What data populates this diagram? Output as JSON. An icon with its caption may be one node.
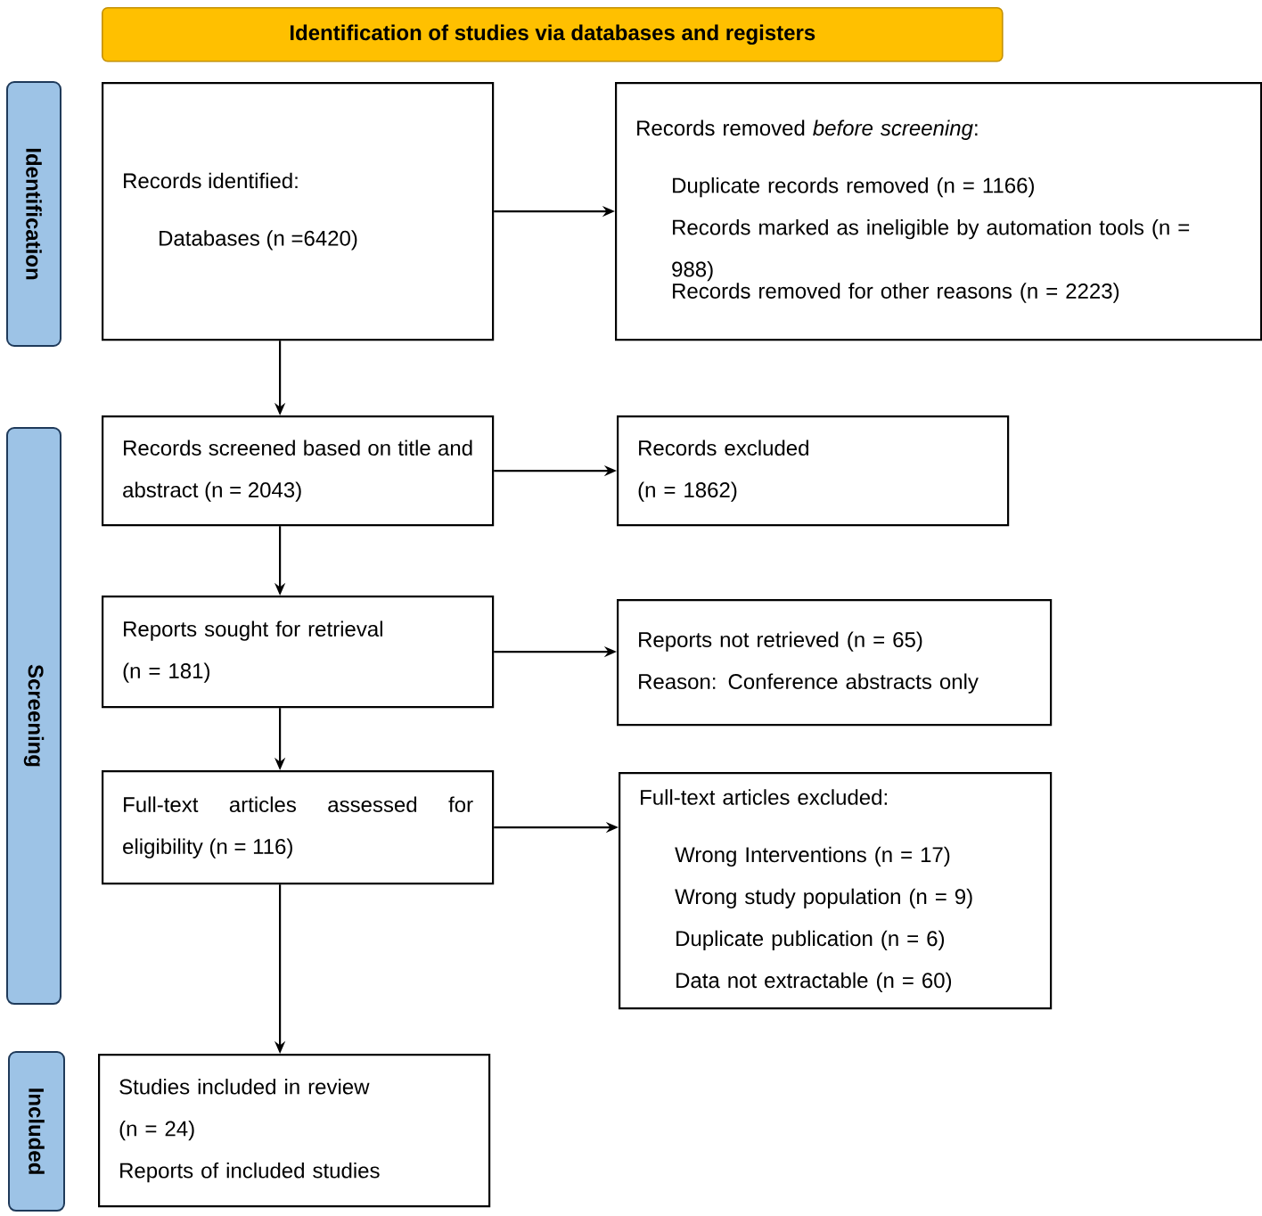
{
  "diagram": {
    "nodes": [
      {
        "text": [
          "Identification of studies via databases and registers"
        ]
      },
      {
        "text": [
          "Identification"
        ]
      },
      {
        "text": [
          "Screening"
        ]
      },
      {
        "text": [
          "Included"
        ]
      },
      {
        "text": [
          "Records identified:",
          "Databases (n =6420)"
        ]
      },
      {
        "text": [
          "Records removed *before screening*:",
          "Duplicate records removed  (n = 1166)",
          "Records marked as ineligible by automation tools (n = 988)",
          "Records removed for other reasons (n = 2223)"
        ]
      },
      {
        "text": [
          "Records screened based on title and abstract (n = 2043)"
        ]
      },
      {
        "text": [
          "Records excluded",
          "(n = 1862)"
        ]
      },
      {
        "text": [
          "Reports sought for retrieval",
          "(n = 181)"
        ]
      },
      {
        "text": [
          "Reports not retrieved (n = 65)",
          "Reason: Conference abstracts only"
        ]
      },
      {
        "text": [
          "Full-text articles assessed for eligibility (n = 116)"
        ]
      },
      {
        "text": [
          "Full-text articles excluded:",
          "Wrong Interventions (n = 17)",
          "Wrong study population (n = 9)",
          "Duplicate publication (n = 6)",
          "Data not extractable (n = 60)"
        ]
      },
      {
        "text": [
          "Studies included in review",
          "(n = 24)",
          "Reports of included studies"
        ]
      }
    ],
    "edges": [
      {
        "from": 4,
        "to": 5,
        "arrow": "to"
      },
      {
        "from": 4,
        "to": 6,
        "arrow": "to"
      },
      {
        "from": 6,
        "to": 7,
        "arrow": "to"
      },
      {
        "from": 6,
        "to": 8,
        "arrow": "to"
      },
      {
        "from": 8,
        "to": 9,
        "arrow": "to"
      },
      {
        "from": 8,
        "to": 10,
        "arrow": "to"
      },
      {
        "from": 10,
        "to": 11,
        "arrow": "to"
      },
      {
        "from": 10,
        "to": 12,
        "arrow": "to"
      }
    ]
  }
}
